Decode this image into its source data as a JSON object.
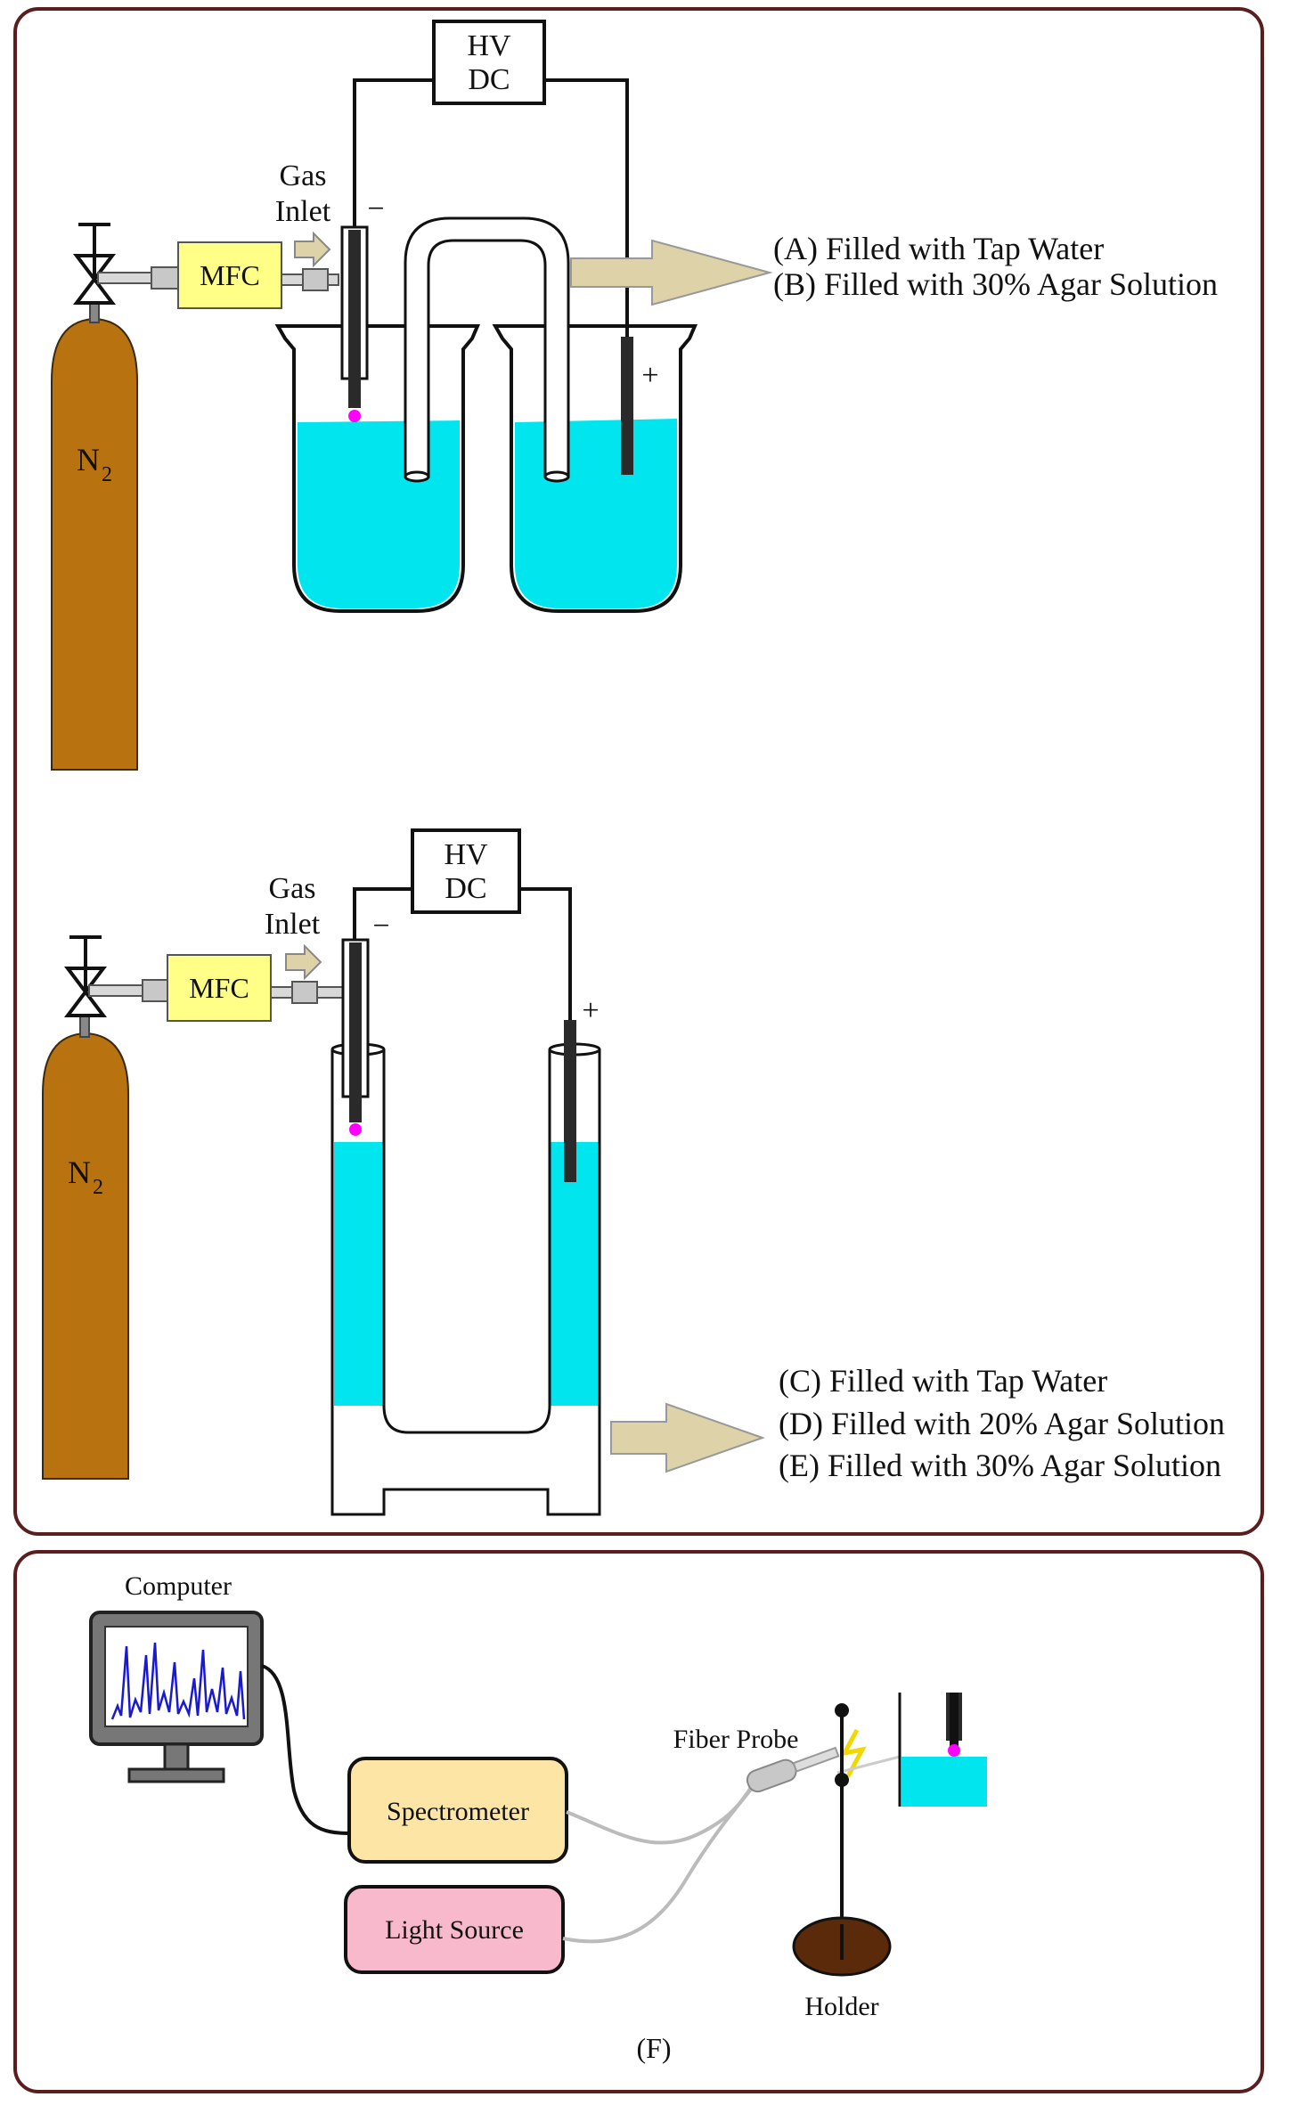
{
  "panel_top": {
    "power_supply": {
      "line1": "HV",
      "line2": "DC"
    },
    "gas_inlet": {
      "line1": "Gas",
      "line2": "Inlet"
    },
    "mfc_label": "MFC",
    "cylinder_label": "N",
    "cylinder_subscript": "2",
    "minus_sign": "−",
    "plus_sign": "+",
    "notes": [
      "(A) Filled with Tap Water",
      "(B) Filled with 30% Agar Solution"
    ]
  },
  "panel_middle": {
    "power_supply": {
      "line1": "HV",
      "line2": "DC"
    },
    "gas_inlet": {
      "line1": "Gas",
      "line2": "Inlet"
    },
    "mfc_label": "MFC",
    "cylinder_label": "N",
    "cylinder_subscript": "2",
    "minus_sign": "−",
    "plus_sign": "+",
    "notes": [
      "(C) Filled with Tap Water",
      "(D) Filled with 20% Agar Solution",
      "(E) Filled with 30% Agar Solution"
    ]
  },
  "panel_bottom": {
    "computer_label": "Computer",
    "spectrometer_label": "Spectrometer",
    "light_source_label": "Light Source",
    "fiber_probe_label": "Fiber Probe",
    "holder_label": "Holder",
    "panel_label": "(F)"
  },
  "colors": {
    "frame": "#5a1e1e",
    "water": "#00e5ee",
    "cylinder": "#b8720f",
    "mfc_fill": "#ffff88",
    "arrow_fill": "#ddd2a8",
    "spectrometer_fill": "#fde5a6",
    "light_source_fill": "#f9b9cc",
    "plasma_dot": "#ff00ff",
    "holder_base": "#5a2a0a",
    "spectrum_line": "#1a1acc"
  }
}
